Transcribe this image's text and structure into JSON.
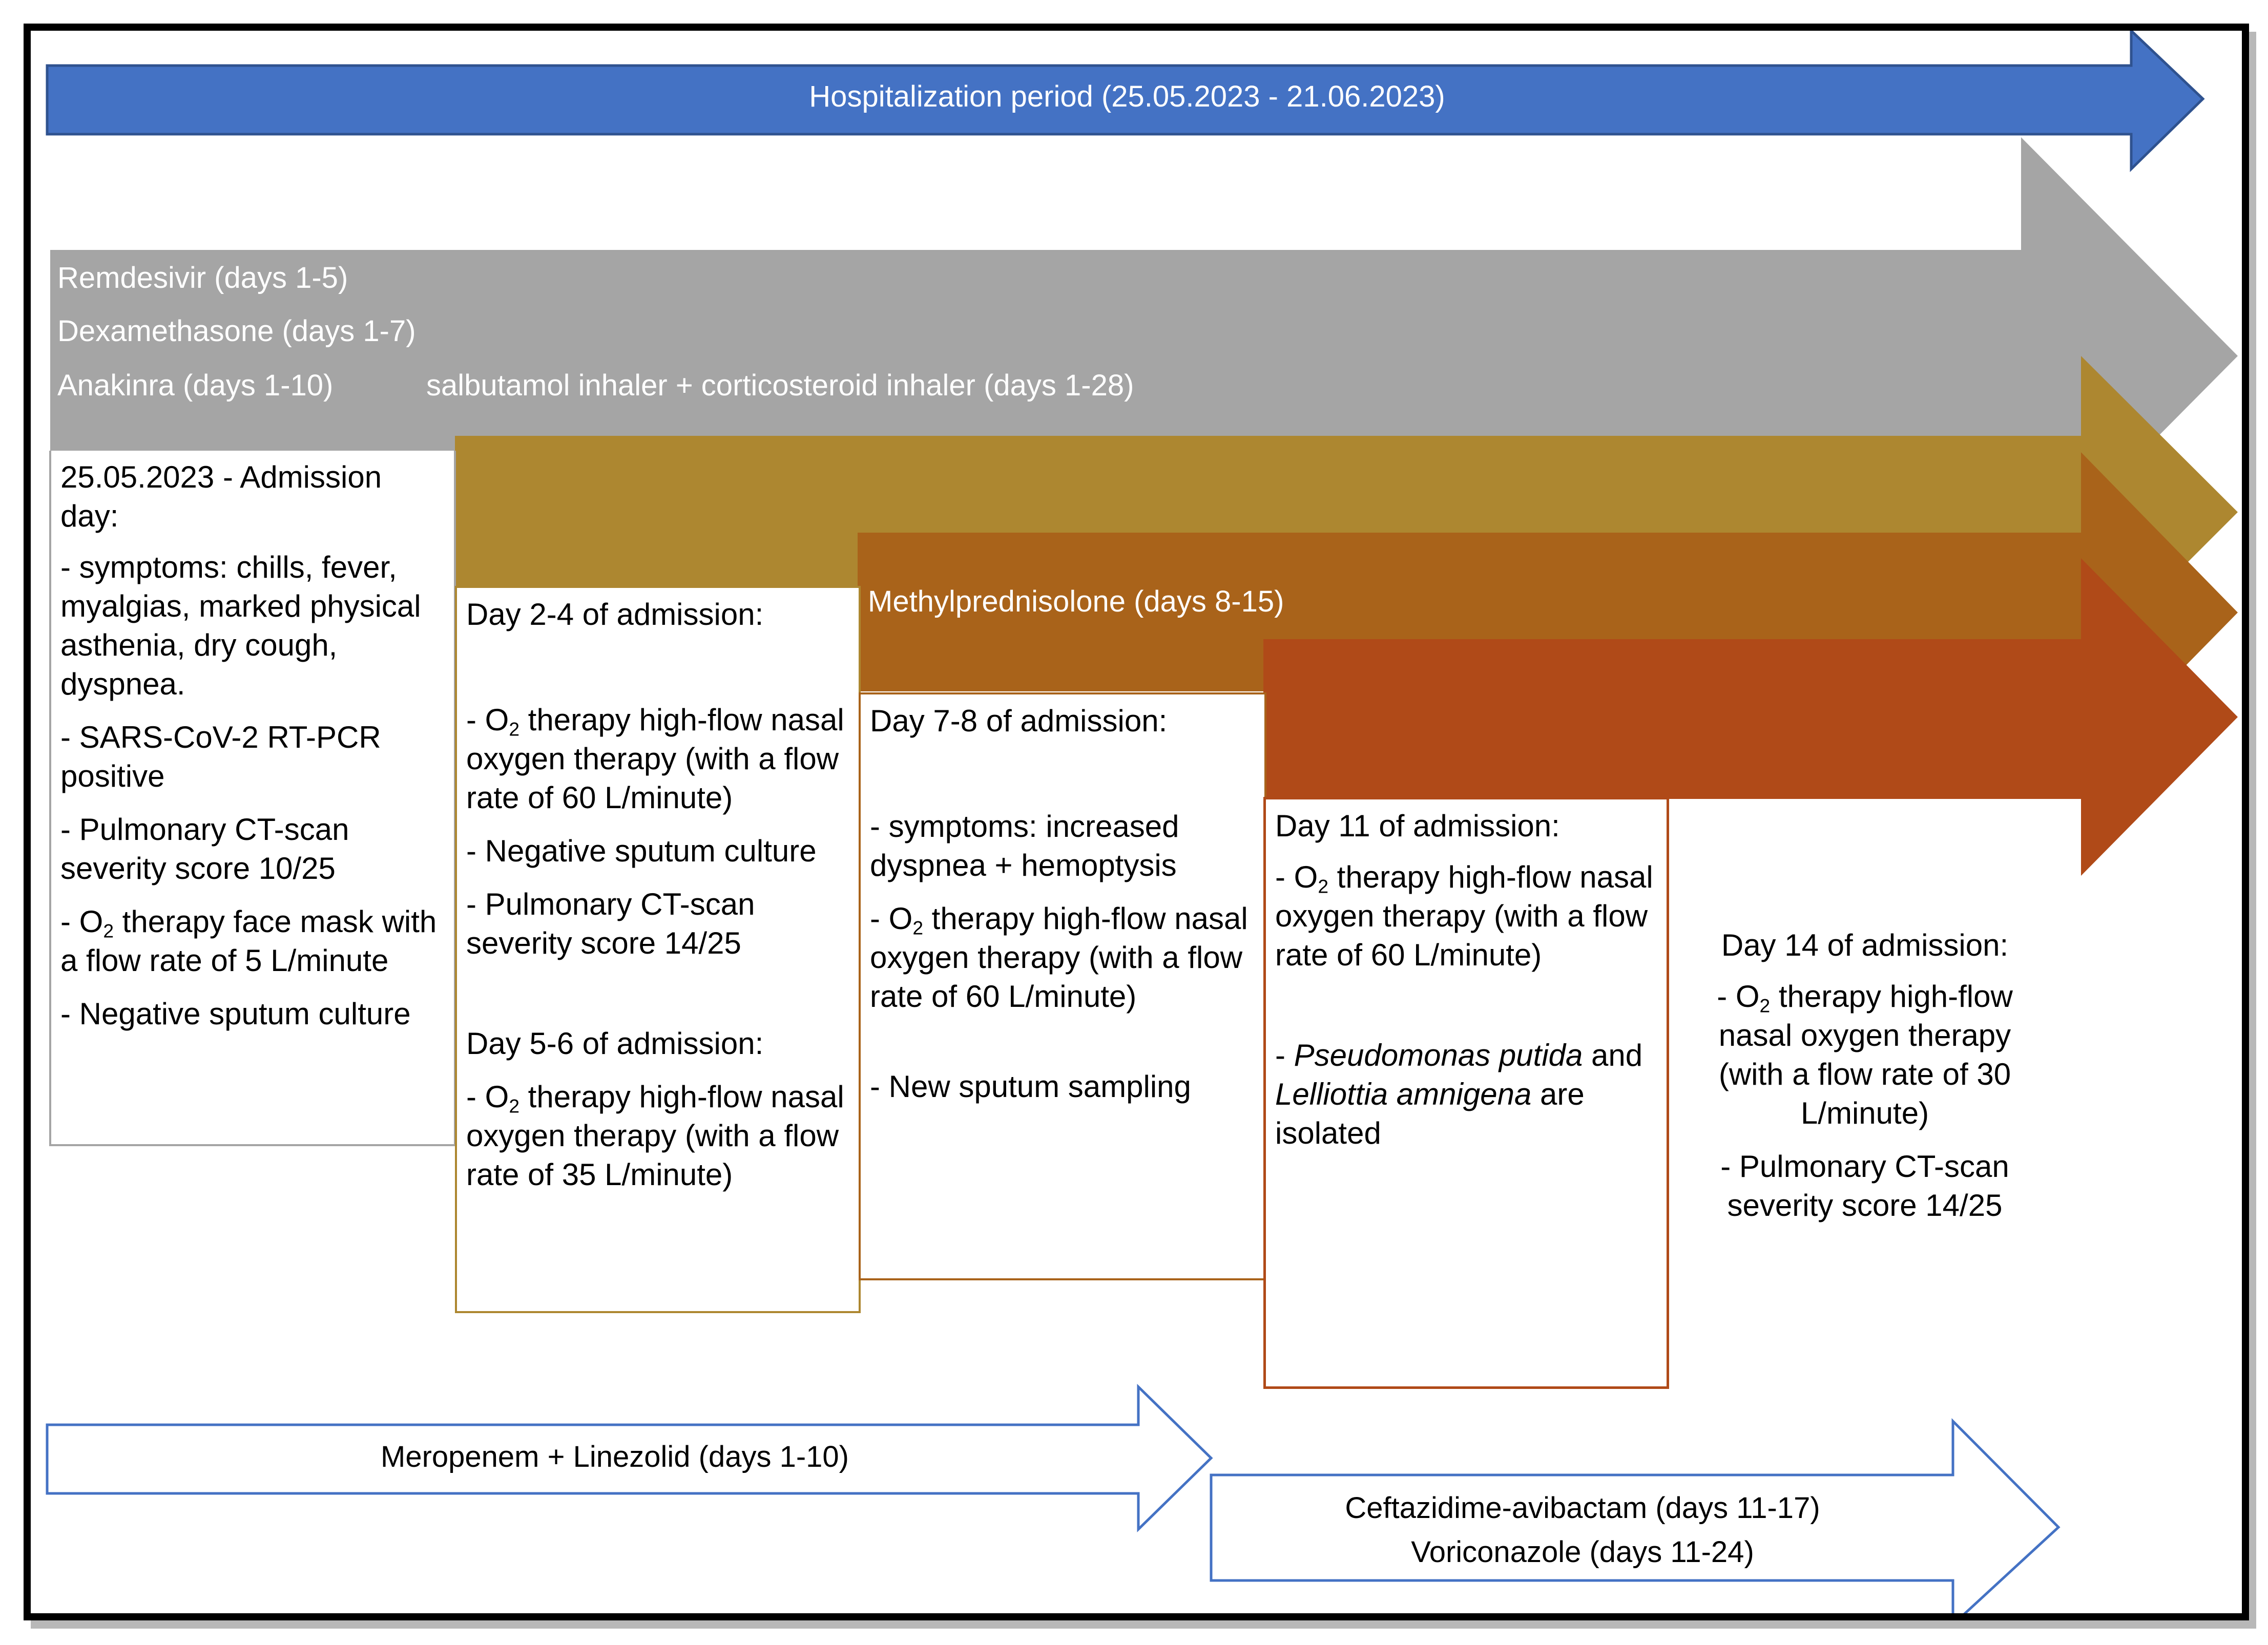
{
  "top_arrows": {
    "hospitalization": "Hospitalization period (25.05.2023 - 21.06.2023)",
    "gray_lines": [
      "Remdesivir (days 1-5)",
      "Dexamethasone (days 1-7)",
      "Anakinra (days 1-10)"
    ],
    "inhaler": "salbutamol inhaler  + corticosteroid inhaler (days 1-28)",
    "methylprednisolone": "Methylprednisolone (days 8-15)"
  },
  "bottom_arrows": {
    "meropenem": "Meropenem + Linezolid (days 1-10)",
    "ceftazidime": "Ceftazidime-avibactam (days 11-17)",
    "voriconazole": "Voriconazole (days 11-24)"
  },
  "boxes": {
    "admission": {
      "title": "25.05.2023 - Admission day:",
      "symptoms": "- symptoms: chills, fever, myalgias, marked physical asthenia, dry cough, dyspnea.",
      "pcr": "- SARS-CoV-2 RT-PCR positive",
      "ct": "- Pulmonary CT-scan severity score 10/25",
      "o2_prefix": "- O",
      "o2_sub": "2",
      "o2_rest": " therapy face mask with a flow rate of 5 L/minute",
      "sputum": "- Negative sputum culture"
    },
    "day2_4": {
      "title": "Day 2-4 of admission:",
      "o2_prefix": "- O",
      "o2_sub": "2",
      "o2_rest": " therapy high-flow nasal oxygen therapy (with a flow rate of 60 L/minute)",
      "sputum": "- Negative sputum culture",
      "ct": "- Pulmonary CT-scan severity score 14/25",
      "day5_title": "Day 5-6 of admission:",
      "day5_o2_prefix": "- O",
      "day5_o2_sub": "2",
      "day5_o2_rest": " therapy high-flow nasal oxygen therapy (with a flow rate of 35 L/minute)"
    },
    "day7_8": {
      "title": "Day 7-8 of admission:",
      "symptoms": "- symptoms: increased dyspnea +  hemoptysis",
      "o2_prefix": "- O",
      "o2_sub": "2",
      "o2_rest": " therapy high-flow nasal oxygen therapy (with a flow rate of 60 L/minute)",
      "sputum": "- New sputum sampling"
    },
    "day11": {
      "title": "Day 11 of admission:",
      "o2_prefix": "- O",
      "o2_sub": "2",
      "o2_rest": " therapy high-flow nasal oxygen therapy (with a flow rate of 60 L/minute)",
      "iso_dash": "- ",
      "iso_org1": "Pseudomonas putida",
      "iso_and": " and ",
      "iso_org2": "Lelliottia amnigena",
      "iso_rest": " are isolated"
    },
    "day14": {
      "title": "Day 14 of admission:",
      "o2_prefix": "- O",
      "o2_sub": "2",
      "o2_rest": " therapy high-flow nasal oxygen therapy (with a flow rate of 30 L/minute)",
      "ct": "- Pulmonary CT-scan severity score 14/25"
    }
  },
  "colors": {
    "blue": "#4472c4",
    "blue_stroke": "#2f528f",
    "gray": "#a5a5a5",
    "gold": "#ad8730",
    "orange_brown": "#a9631a",
    "rust": "#b04a18",
    "outline_blue": "#4472c4"
  }
}
